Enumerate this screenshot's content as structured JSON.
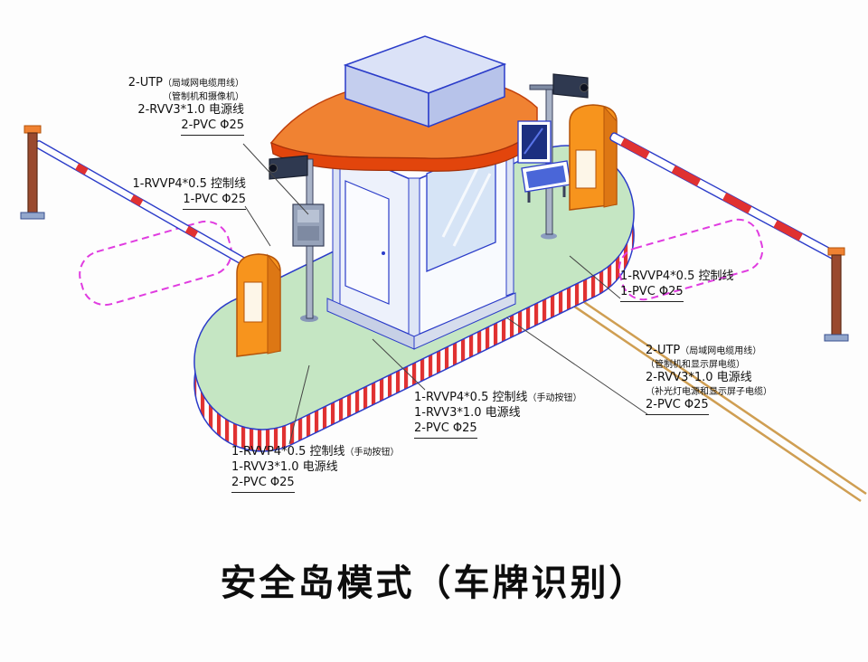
{
  "title": "安全岛模式（车牌识别）",
  "annotations": {
    "top_left": {
      "cable": "2-UTP",
      "cable_note": "（局域网电缆用线）",
      "target_note": "（管制机和摄像机）",
      "power": "2-RVV3*1.0 电源线",
      "conduit": "2-PVC Φ25"
    },
    "left_mid": {
      "control": "1-RVVP4*0.5 控制线",
      "conduit": "1-PVC Φ25"
    },
    "right_mid": {
      "control": "1-RVVP4*0.5 控制线",
      "conduit": "1-PVC Φ25"
    },
    "right_lower": {
      "cable": "2-UTP",
      "cable_note": "（局域网电缆用线）",
      "target_note": "（管制机和显示屏电缆）",
      "power": "2-RVV3*1.0 电源线",
      "power_note": "（补光灯电源和显示屏子电缆）",
      "conduit": "2-PVC Φ25"
    },
    "center_bottom": {
      "control": "1-RVVP4*0.5 控制线",
      "control_note": "（手动按钮）",
      "power": "1-RVV3*1.0 电源线",
      "conduit": "2-PVC Φ25"
    },
    "left_bottom": {
      "control": "1-RVVP4*0.5 控制线",
      "control_note": "（手动按钮）",
      "power": "1-RVV3*1.0 电源线",
      "conduit": "2-PVC Φ25"
    }
  },
  "colors": {
    "outline_blue": "#2b3cc9",
    "island_green": "#c5e6c3",
    "stripe_red": "#e03131",
    "canopy_orange": "#f08232",
    "canopy_edge_red": "#e2450c",
    "cabinet_orange": "#f7941d",
    "roof_box_lavender": "#dbe2f7",
    "zone_magenta": "#e03ce0",
    "road_tan": "#cf9e52"
  }
}
